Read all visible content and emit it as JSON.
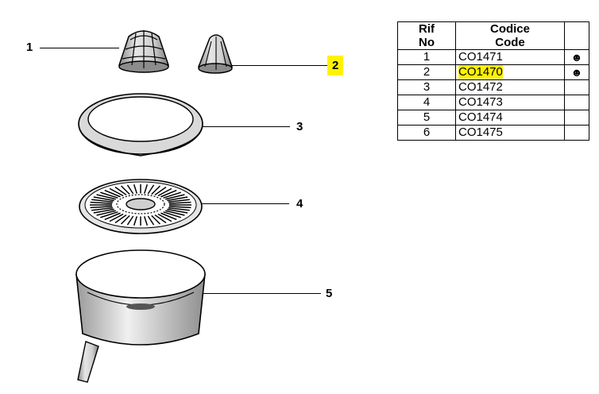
{
  "callouts": {
    "c1": "1",
    "c2": "2",
    "c3": "3",
    "c4": "4",
    "c5": "5"
  },
  "highlight_color": "#fff200",
  "table": {
    "header_rif": "Rif\nNo",
    "header_code": "Codice\nCode",
    "rows": [
      {
        "rif": "1",
        "code": "CO1471",
        "mark": "☻",
        "highlight": false
      },
      {
        "rif": "2",
        "code": "CO1470",
        "mark": "☻",
        "highlight": true
      },
      {
        "rif": "3",
        "code": "CO1472",
        "mark": "",
        "highlight": false
      },
      {
        "rif": "4",
        "code": "CO1473",
        "mark": "",
        "highlight": false
      },
      {
        "rif": "5",
        "code": "CO1474",
        "mark": "",
        "highlight": false
      },
      {
        "rif": "6",
        "code": "CO1475",
        "mark": "",
        "highlight": false
      }
    ]
  }
}
